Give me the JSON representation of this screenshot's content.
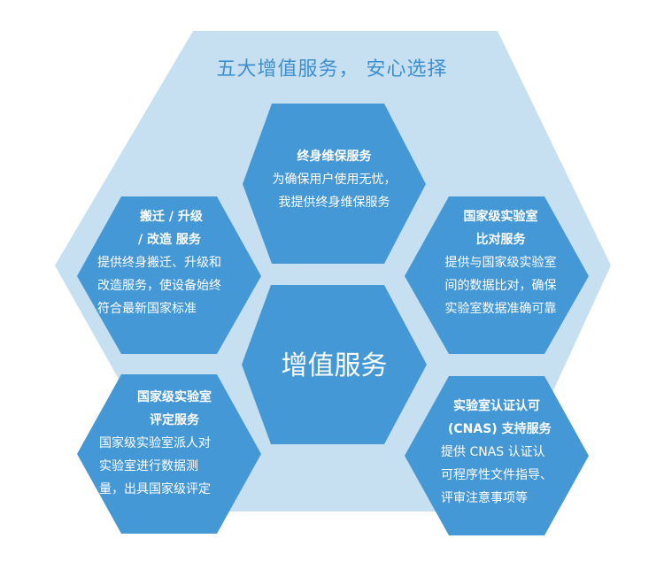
{
  "title": "五大增值服务，   安心选择",
  "center": "增值服务",
  "colors": {
    "background_hex": "#c6dff1",
    "hex_fill": "#4598d6",
    "title": "#3d8fd0"
  },
  "services": [
    {
      "title": [
        "终身维保服务"
      ],
      "desc": [
        "为确保用户使用无忧，",
        "我提供终身维保服务"
      ]
    },
    {
      "title": [
        "搬迁 / 升级",
        "/ 改造 服务"
      ],
      "desc": [
        "提供终身搬迁、升级和",
        "改造服务，使设备始终",
        "符合最新国家标准"
      ]
    },
    {
      "title": [
        "国家级实验室",
        "比对服务"
      ],
      "desc": [
        "提供与国家级实验室",
        "间的数据比对，确保",
        "实验室数据准确可靠"
      ]
    },
    {
      "title": [
        "国家级实验室",
        "评定服务"
      ],
      "desc": [
        "国家级实验室派人对",
        "实验室进行数据测",
        "量，出具国家级评定"
      ]
    },
    {
      "title": [
        "实验室认证认可",
        "(CNAS) 支持服务"
      ],
      "desc": [
        "提供 CNAS 认证认",
        "可程序性文件指导、",
        "评审注意事项等"
      ]
    }
  ]
}
